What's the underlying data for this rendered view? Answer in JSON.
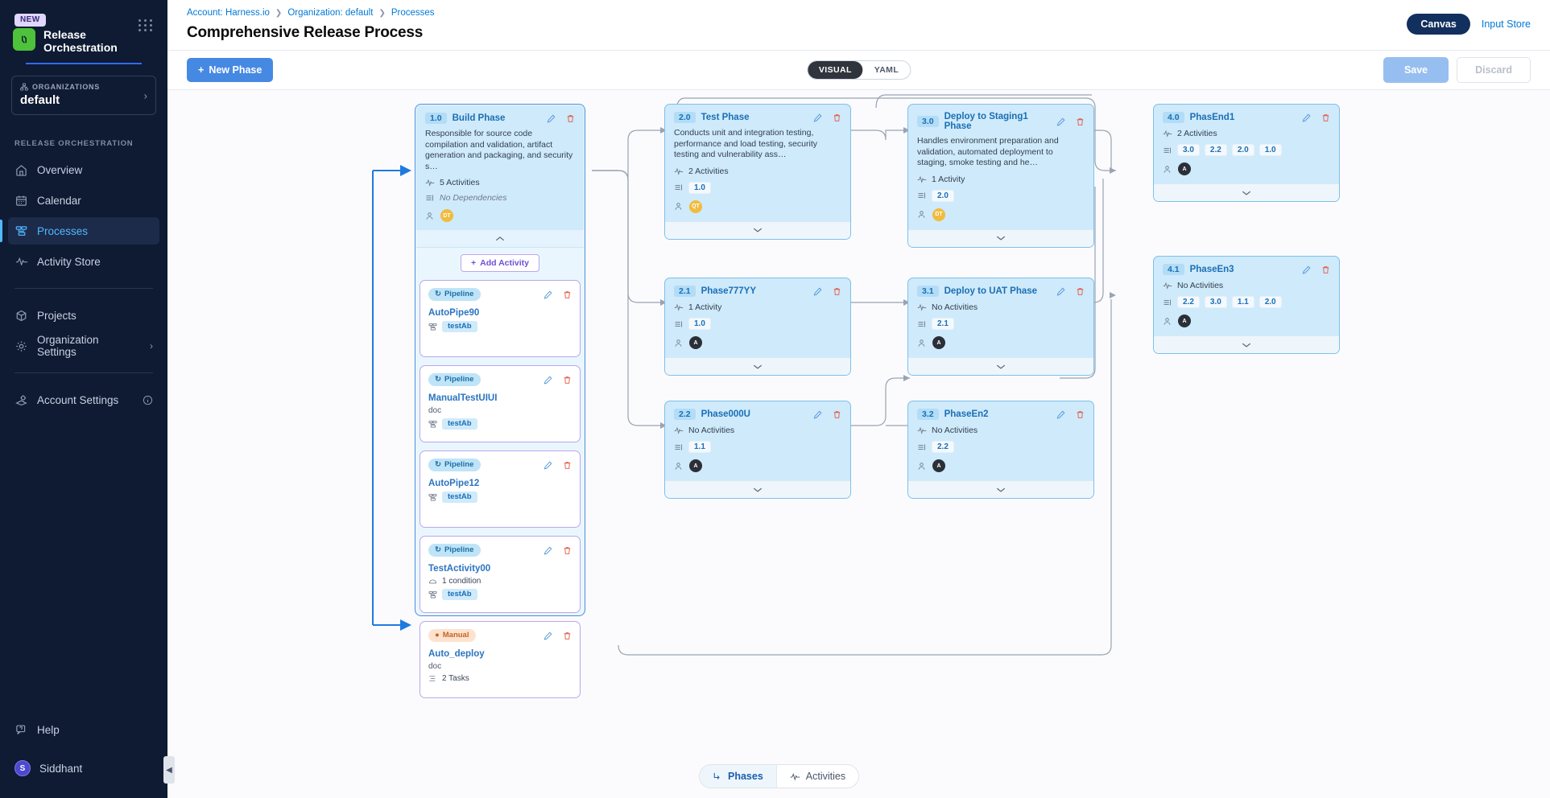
{
  "sidebar": {
    "new_badge": "NEW",
    "brand": "Release Orchestration",
    "org_label": "ORGANIZATIONS",
    "org_value": "default",
    "section_title": "RELEASE ORCHESTRATION",
    "items": [
      {
        "label": "Overview",
        "icon": "home-icon",
        "active": false
      },
      {
        "label": "Calendar",
        "icon": "calendar-icon",
        "active": false
      },
      {
        "label": "Processes",
        "icon": "processes-icon",
        "active": true
      },
      {
        "label": "Activity Store",
        "icon": "activity-icon",
        "active": false
      }
    ],
    "items2": [
      {
        "label": "Projects",
        "icon": "cube-icon"
      },
      {
        "label": "Organization Settings",
        "icon": "gear-icon"
      }
    ],
    "account_settings": "Account Settings",
    "help": "Help",
    "user": "Siddhant",
    "user_initial": "S"
  },
  "header": {
    "breadcrumbs": [
      "Account: Harness.io",
      "Organization: default",
      "Processes"
    ],
    "title": "Comprehensive Release Process",
    "canvas_label": "Canvas",
    "input_store_label": "Input Store"
  },
  "toolbar": {
    "new_phase_label": "New Phase",
    "view_modes": [
      "VISUAL",
      "YAML"
    ],
    "active_view": "VISUAL",
    "save_label": "Save",
    "discard_label": "Discard"
  },
  "bottom_tabs": [
    {
      "label": "Phases",
      "icon": "phases-icon",
      "active": true
    },
    {
      "label": "Activities",
      "icon": "activity-icon",
      "active": false
    }
  ],
  "phases": {
    "build": {
      "num": "1.0",
      "name": "Build Phase",
      "desc": "Responsible for source code compilation and validation, artifact generation and packaging, and security s…",
      "activities": "5 Activities",
      "dependencies": "No Dependencies",
      "owner": "DT",
      "add_activity_label": "Add Activity"
    },
    "test": {
      "num": "2.0",
      "name": "Test Phase",
      "desc": "Conducts unit and integration testing, performance and load testing, security testing and vulnerability ass…",
      "activities": "2 Activities",
      "deps": [
        "1.0"
      ],
      "owner": "QT"
    },
    "staging": {
      "num": "3.0",
      "name": "Deploy to Staging1 Phase",
      "desc": "Handles environment preparation and validation, automated deployment to staging, smoke testing and he…",
      "activities": "1 Activity",
      "deps": [
        "2.0"
      ],
      "owner": "DT"
    },
    "phaseend1": {
      "num": "4.0",
      "name": "PhasEnd1",
      "activities": "2 Activities",
      "deps": [
        "3.0",
        "2.2",
        "2.0",
        "1.0"
      ],
      "owner": "A"
    },
    "phase777": {
      "num": "2.1",
      "name": "Phase777YY",
      "activities": "1 Activity",
      "deps": [
        "1.0"
      ],
      "owner": "A"
    },
    "uat": {
      "num": "3.1",
      "name": "Deploy to UAT Phase",
      "activities": "No Activities",
      "deps": [
        "2.1"
      ],
      "owner": "A"
    },
    "phaseen3": {
      "num": "4.1",
      "name": "PhaseEn3",
      "activities": "No Activities",
      "deps": [
        "2.2",
        "3.0",
        "1.1",
        "2.0"
      ],
      "owner": "A"
    },
    "phase000u": {
      "num": "2.2",
      "name": "Phase000U",
      "activities": "No Activities",
      "deps": [
        "1.1"
      ],
      "owner": "A"
    },
    "phaseen2": {
      "num": "3.2",
      "name": "PhaseEn2",
      "activities": "No Activities",
      "deps": [
        "2.2"
      ],
      "owner": "A"
    }
  },
  "activities": [
    {
      "type": "Pipeline",
      "title": "AutoPipe90",
      "sub": "",
      "meta": "",
      "tag": "testAb"
    },
    {
      "type": "Pipeline",
      "title": "ManualTestUIUI",
      "sub": "doc",
      "meta": "",
      "tag": "testAb"
    },
    {
      "type": "Pipeline",
      "title": "AutoPipe12",
      "sub": "",
      "meta": "",
      "tag": "testAb"
    },
    {
      "type": "Pipeline",
      "title": "TestActivity00",
      "sub": "",
      "meta": "1 condition",
      "tag": "testAb"
    },
    {
      "type": "Manual",
      "title": "Auto_deploy",
      "sub": "doc",
      "meta": "2 Tasks",
      "tag": ""
    }
  ],
  "colors": {
    "accent": "#4689e3",
    "sidebar_bg": "#0f1a33",
    "phase_bg": "#cfeafb",
    "phase_border": "#7ec0ea",
    "activity_border": "#b9a6ef",
    "link": "#0278d5",
    "delete": "#e0563f"
  }
}
